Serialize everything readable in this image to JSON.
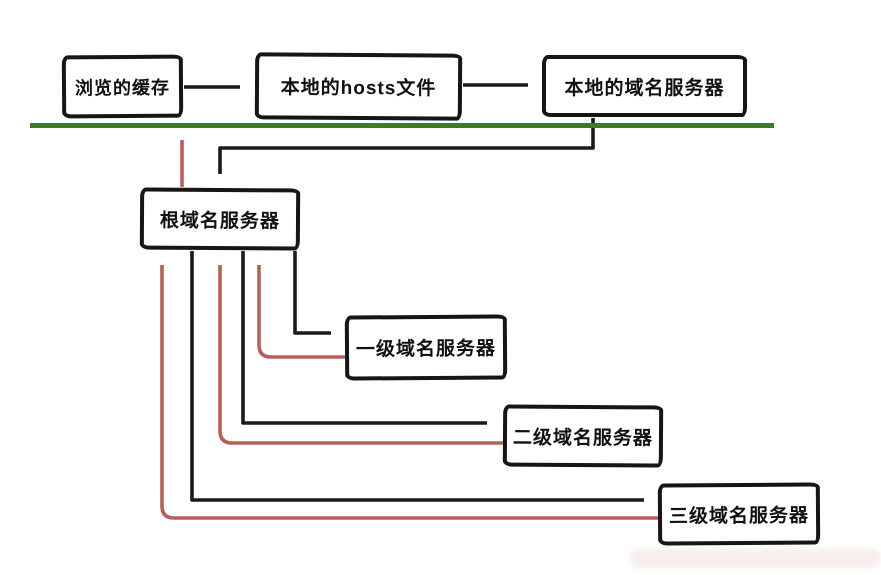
{
  "nodes": {
    "browser_cache": {
      "label": "浏览的缓存"
    },
    "hosts_file": {
      "label": "本地的hosts文件"
    },
    "local_dns": {
      "label": "本地的域名服务器"
    },
    "root_dns": {
      "label": "根域名服务器"
    },
    "first_level_dns": {
      "label": "一级域名服务器"
    },
    "second_level_dns": {
      "label": "二级域名服务器"
    },
    "third_level_dns": {
      "label": "三级域名服务器"
    }
  },
  "edges": [
    {
      "from": "browser_cache",
      "to": "hosts_file",
      "color": "black"
    },
    {
      "from": "hosts_file",
      "to": "local_dns",
      "color": "black"
    },
    {
      "from": "local_dns",
      "to": "root_dns",
      "color": "black"
    },
    {
      "from": "root_dns",
      "to": "first_level_dns",
      "color": "black"
    },
    {
      "from": "root_dns",
      "to": "second_level_dns",
      "color": "black"
    },
    {
      "from": "root_dns",
      "to": "third_level_dns",
      "color": "black"
    },
    {
      "from": "root_dns",
      "to": "browser_cache",
      "color": "red"
    },
    {
      "from": "first_level_dns",
      "to": "root_dns",
      "color": "red"
    },
    {
      "from": "second_level_dns",
      "to": "root_dns",
      "color": "red"
    },
    {
      "from": "third_level_dns",
      "to": "root_dns",
      "color": "red"
    }
  ],
  "colors": {
    "forward_arrow": "#1a1a1a",
    "return_arrow": "#b6605a",
    "network_divider": "#3c7d1e",
    "box_border": "#161616",
    "text": "#111111",
    "background": "#ffffff"
  }
}
